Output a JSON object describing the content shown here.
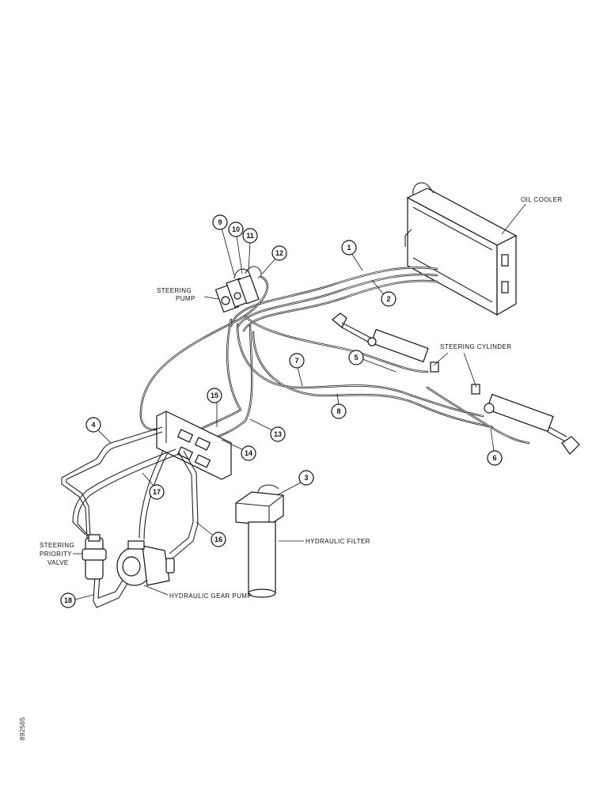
{
  "labels": {
    "oil_cooler": "OIL COOLER",
    "steering_pump_1": "STEERING",
    "steering_pump_2": "PUMP",
    "steering_cylinder": "STEERING CYLINDER",
    "hydraulic_filter": "HYDRAULIC FILTER",
    "priority_valve_1": "STEERING",
    "priority_valve_2": "PRIORITY",
    "priority_valve_3": "VALVE",
    "gear_pump": "HYDRAULIC GEAR PUMP"
  },
  "callouts": [
    "1",
    "2",
    "3",
    "4",
    "5",
    "6",
    "7",
    "8",
    "9",
    "10",
    "11",
    "12",
    "13",
    "14",
    "15",
    "16",
    "17",
    "18"
  ],
  "sheet_code": "892565"
}
